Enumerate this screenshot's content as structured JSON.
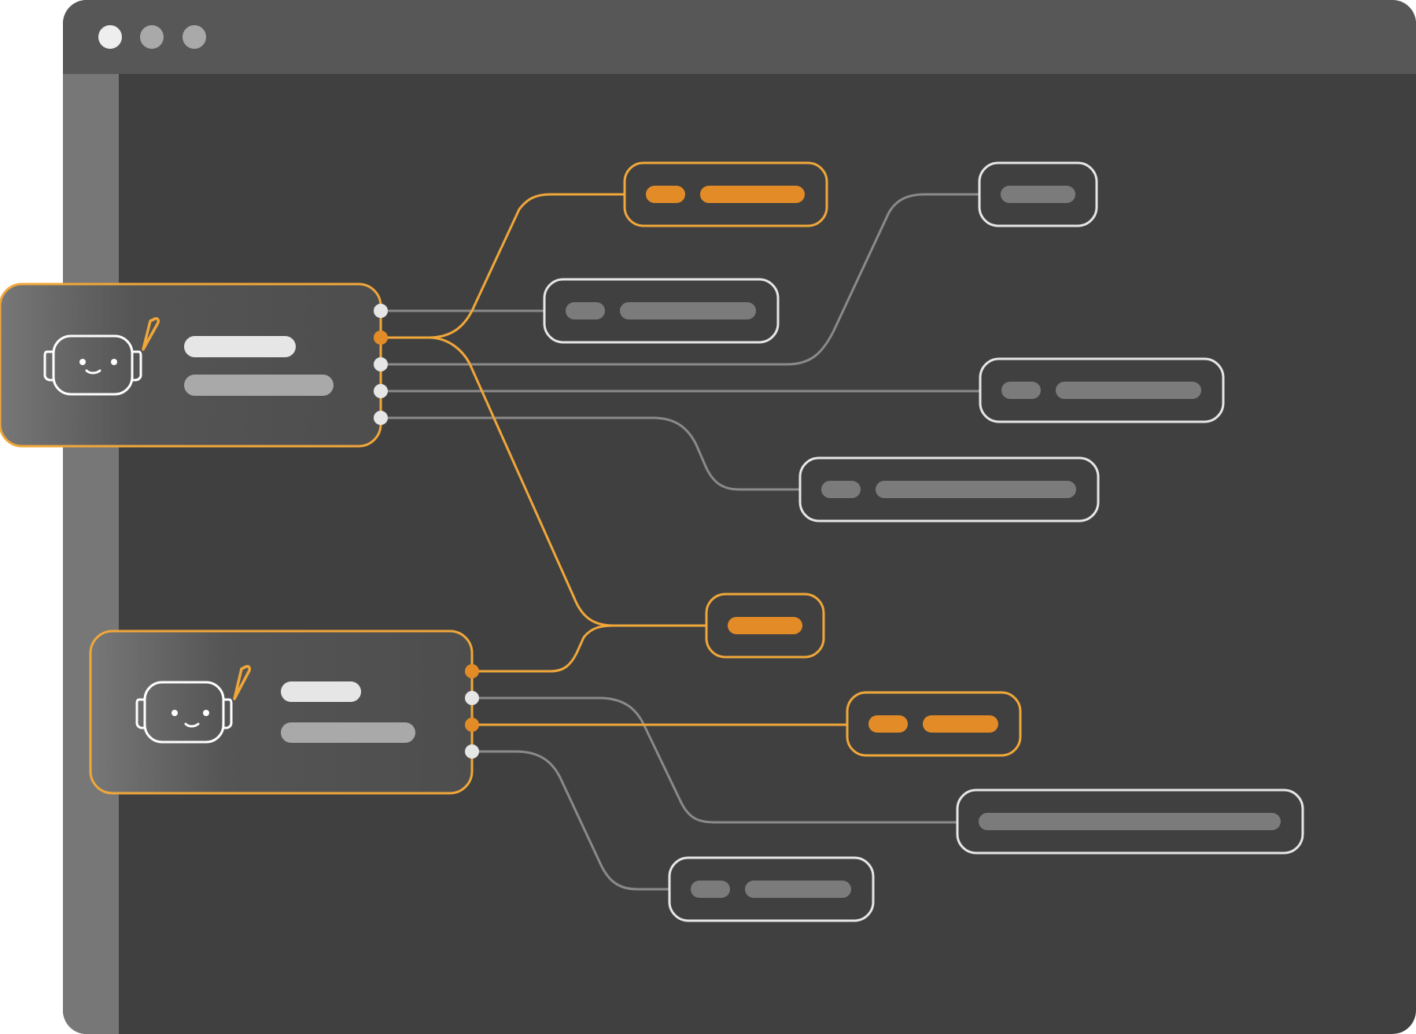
{
  "colors": {
    "accent": "#e38c27",
    "accent_border": "#f0a73a",
    "titlebar": "#575757",
    "canvas": "#404040",
    "sidebar": "#777777",
    "node_border": "#e6e6e6",
    "edge_gray": "#8a8a8a",
    "pill_gray": "#7b7b7b",
    "pill_light": "#e6e6e6",
    "pill_mid": "#a9a9a9",
    "traffic_light_1": "#eeeeee",
    "traffic_light_2": "#a9a9a9",
    "traffic_light_3": "#a9a9a9"
  },
  "window": {
    "traffic_lights": [
      "close-dot",
      "minimize-dot",
      "maximize-dot"
    ]
  },
  "agents": [
    {
      "id": "agent-1",
      "icon": "robot-icon",
      "accent_icon": "pen-icon",
      "highlighted": true
    },
    {
      "id": "agent-2",
      "icon": "robot-icon",
      "accent_icon": "pen-icon",
      "highlighted": true
    }
  ]
}
